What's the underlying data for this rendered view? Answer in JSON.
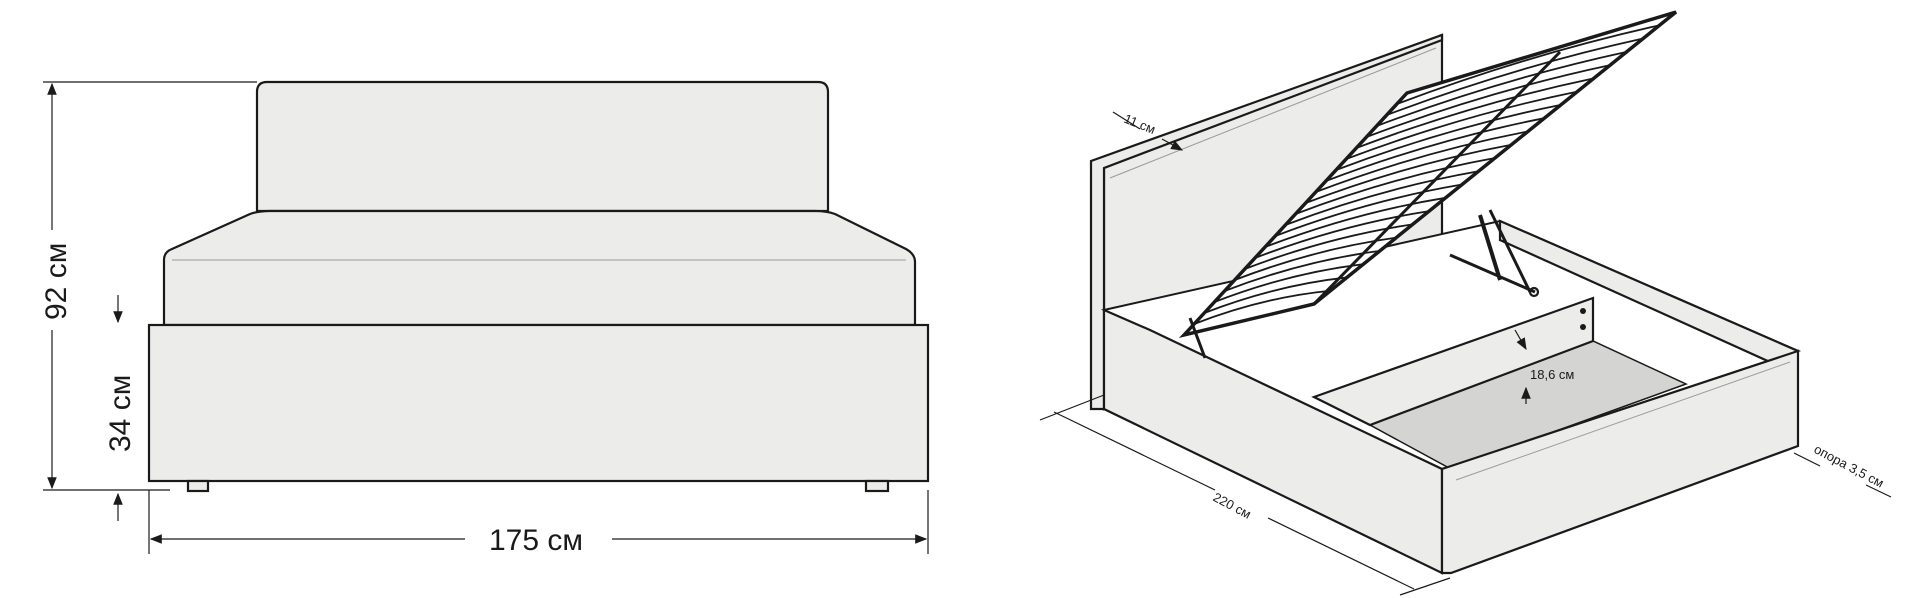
{
  "front_view": {
    "height_total": "92 см",
    "height_base": "34 см",
    "width": "175 см"
  },
  "iso_view": {
    "headboard_thickness": "11 см",
    "storage_depth": "18,6 см",
    "length": "220 см",
    "leg_height": "опора  3,5 см"
  },
  "colors": {
    "line": "#1a1a1a",
    "fill": "#ececea",
    "storage_floor": "#d4d4d2"
  }
}
